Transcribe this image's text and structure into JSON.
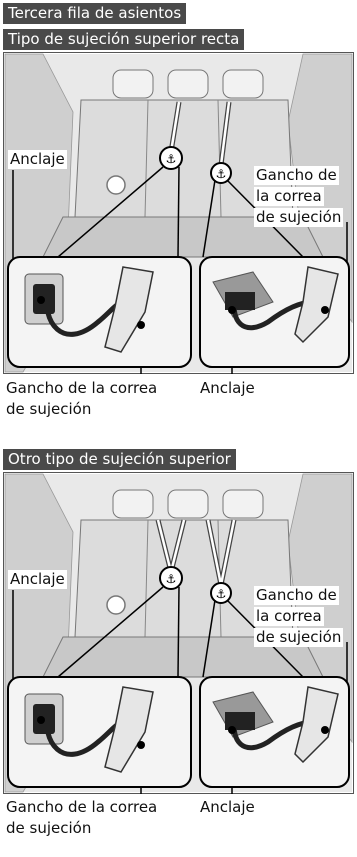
{
  "title": "Tercera fila de asientos",
  "sections": [
    {
      "heading": "Tipo de sujeción superior recta",
      "labels": {
        "anchor_left": "Anclaje",
        "hook_right": [
          "Gancho de",
          "la correa",
          "de sujeción"
        ],
        "hook_bottom": [
          "Gancho de la correa",
          "de sujeción"
        ],
        "anchor_bottom": "Anclaje"
      },
      "strap_style": "straight"
    },
    {
      "heading": "Otro tipo de sujeción superior",
      "labels": {
        "anchor_left": "Anclaje",
        "hook_right": [
          "Gancho de",
          "la correa",
          "de sujeción"
        ],
        "hook_bottom": [
          "Gancho de la correa",
          "de sujeción"
        ],
        "anchor_bottom": "Anclaje"
      },
      "strap_style": "v"
    }
  ]
}
